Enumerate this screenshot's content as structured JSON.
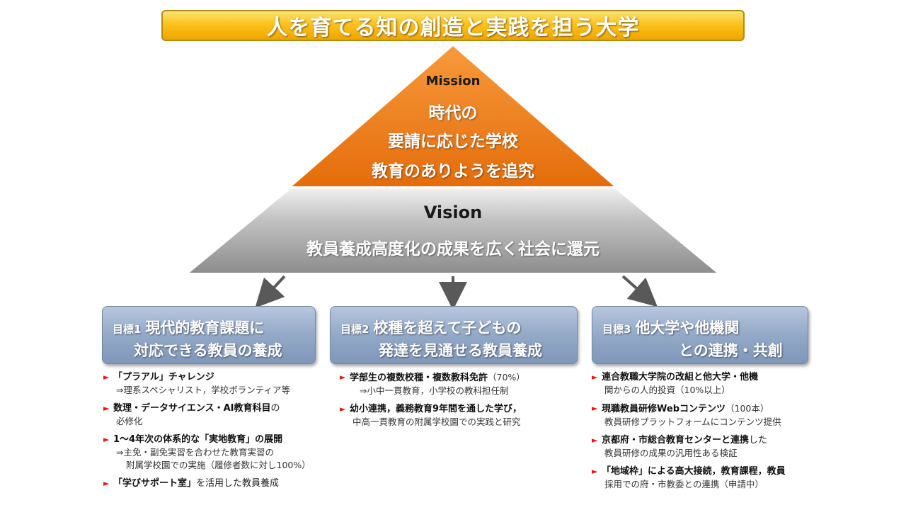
{
  "title": "人を育てる知の創造と実践を担う大学",
  "mission": {
    "label": "Mission",
    "lines": [
      "時代の",
      "要請に応じた学校",
      "教育のありようを追究"
    ]
  },
  "vision": {
    "label": "Vision",
    "text": "教員養成高度化の成果を広く社会に還元"
  },
  "colors": {
    "banner": "#fcc21c",
    "mission": "#ef7d14",
    "vision": "#a6a6a6",
    "goal_box": "#93a9c8",
    "bullet_mark": "#e0191e",
    "arrow": "#595959"
  },
  "goals": [
    {
      "num": "目標1",
      "line1": "現代的教育課題に",
      "line2": "対応できる教員の養成",
      "bullets": [
        {
          "main_bold": "「プラアル」チャレンジ",
          "main_rest": "",
          "sub": [
            "⇒理系スペシャリスト，学校ボランティア等"
          ]
        },
        {
          "main_bold": "数理・データサイエンス・AI教育科目",
          "main_rest": "の",
          "sub": [
            "必修化"
          ]
        },
        {
          "main_bold": "1～4年次の体系的な「実地教育」の展開",
          "main_rest": "",
          "sub": [
            "⇒主免・副免実習を合わせた教育実習の",
            "附属学校園での実施（履修者数に対し100%）"
          ]
        },
        {
          "main_bold": "「学びサポート室」",
          "main_rest": "を活用した教員養成",
          "sub": []
        }
      ]
    },
    {
      "num": "目標2",
      "line1": "校種を超えて子どもの",
      "line2": "発達を見通せる教員養成",
      "bullets": [
        {
          "main_bold": "学部生の複数校種・複数教科免許",
          "main_rest": "（70%）",
          "sub": [
            "⇒小中一貫教育，小学校の教科担任制"
          ]
        },
        {
          "main_bold": "幼小連携，義務教育9年間を通した学び，",
          "main_rest": "",
          "sub": [
            "中高一貫教育の附属学校園での実践と研究"
          ]
        }
      ]
    },
    {
      "num": "目標3",
      "line1": "他大学や他機関",
      "line2": "との連携・共創",
      "bullets": [
        {
          "main_bold": "連合教職大学院の改組と他大学・他機",
          "main_rest": "",
          "sub": [
            "関からの人的投資（10%以上）"
          ]
        },
        {
          "main_bold": "現職教員研修Webコンテンツ",
          "main_rest": "（100本）",
          "sub": [
            "教員研修プラットフォームにコンテンツ提供"
          ]
        },
        {
          "main_bold": "京都府・市総合教育センターと連携",
          "main_rest": "した",
          "sub": [
            "教員研修の成果の汎用性ある検証"
          ]
        },
        {
          "main_bold": "「地域枠」による高大接続，教育課程，教員",
          "main_rest": "",
          "sub": [
            "採用での府・市教委との連携（申請中）"
          ]
        }
      ]
    }
  ]
}
